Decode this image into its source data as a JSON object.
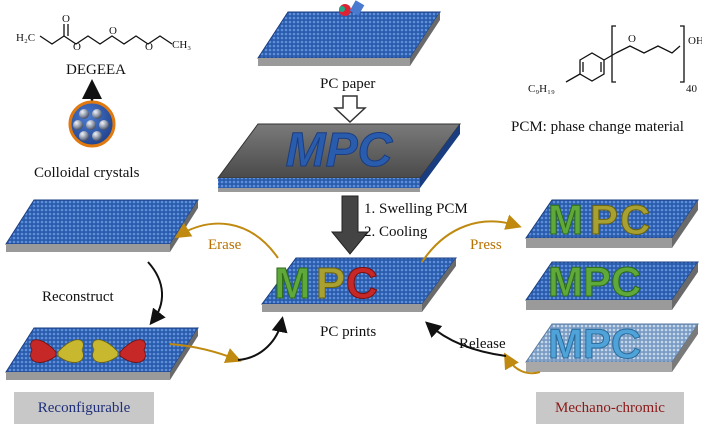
{
  "labels": {
    "degeea": "DEGEEA",
    "colloidal": "Colloidal crystals",
    "pc_paper": "PC paper",
    "pcm": "PCM: phase change material",
    "step1": "1. Swelling PCM",
    "step2": "2. Cooling",
    "erase": "Erase",
    "press": "Press",
    "reconstruct": "Reconstruct",
    "pc_prints": "PC prints",
    "release": "Release",
    "reconfigurable": "Reconfigurable",
    "mechano": "Mechano-chromic"
  },
  "mask_text": "MPC",
  "chem": {
    "h2c": "H₂C",
    "o": "O",
    "ch3": "CH₃",
    "oh": "OH",
    "n40": "40",
    "c9h19": "C₉H₁₉"
  },
  "colors": {
    "pc_blue": "#2a5cae",
    "base_gray": "#8a8a8a",
    "mask_gray": "#5a5a5a",
    "green": "#5fa83a",
    "olive": "#a8a030",
    "red": "#c62828",
    "light_blue": "#4fa3d8",
    "orange_arrow": "#c08a10",
    "erase_text": "#b87000",
    "reconfig_bg": "#c8c8c8",
    "reconfig_text": "#1f2f7a",
    "mechano_bg": "#c8c8c8",
    "mechano_text": "#8b1a1a"
  }
}
